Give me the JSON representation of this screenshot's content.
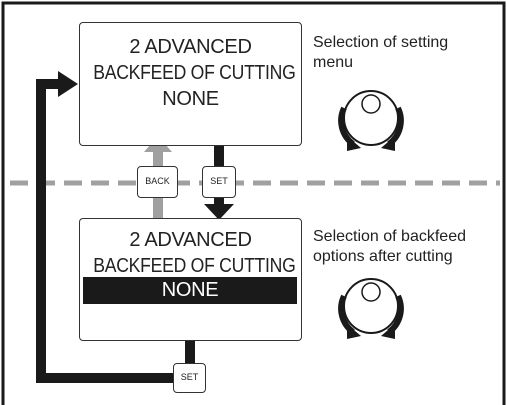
{
  "top_screen": {
    "line1": "2 ADVANCED",
    "line2": "BACKFEED OF CUTTING",
    "line3": "NONE"
  },
  "top_description": {
    "line1": "Selection of setting",
    "line2": "menu"
  },
  "bottom_screen": {
    "line1": "2 ADVANCED",
    "line2": "BACKFEED OF CUTTING",
    "line3_highlighted": "NONE"
  },
  "bottom_description": {
    "line1": "Selection of backfeed",
    "line2": "options after cutting"
  },
  "keys": {
    "back": "BACK",
    "set": "SET",
    "set_return": "SET"
  },
  "icons": {
    "top_dial": "rotary-dial-icon",
    "bottom_dial": "rotary-dial-icon"
  },
  "colors": {
    "frame": "#1a1a1a",
    "forward_arrow": "#1a1a1a",
    "back_arrow": "#a0a0a0",
    "divider": "#a0a0a0",
    "highlight": "#1a1a1a"
  }
}
